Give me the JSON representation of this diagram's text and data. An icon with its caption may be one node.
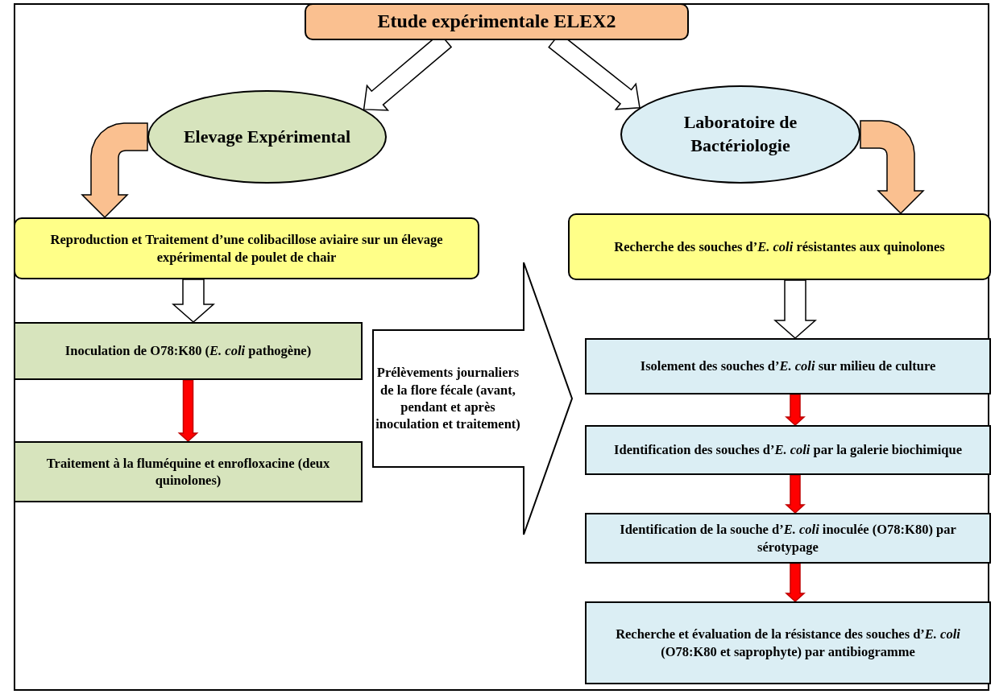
{
  "diagram": {
    "nodes": [
      {
        "text": [
          "Etude expérimentale ELEX2"
        ]
      },
      {
        "text": [
          "Elevage Expérimental"
        ]
      },
      {
        "text": [
          "Laboratoire de Bactériologie"
        ]
      },
      {
        "text": [
          "Reproduction et Traitement d’une colibacillose aviaire sur un élevage expérimental de poulet de chair"
        ]
      },
      {
        "text": [
          "Recherche des souches d’*E. coli* résistantes aux quinolones"
        ]
      },
      {
        "text": [
          "Inoculation de O78:K80 (*E. coli* pathogène)"
        ]
      },
      {
        "text": [
          "Traitement à la fluméquine et enrofloxacine (deux quinolones)"
        ]
      },
      {
        "text": [
          "Prélèvements journaliers de la flore fécale (avant, pendant et après inoculation et traitement)"
        ]
      },
      {
        "text": [
          "Isolement des souches d’*E. coli* sur milieu de culture"
        ]
      },
      {
        "text": [
          "Identification des souches d’*E. coli* par la galerie biochimique"
        ]
      },
      {
        "text": [
          "Identification de la  souche d’*E. coli* inoculée (O78:K80) par sérotypage"
        ]
      },
      {
        "text": [
          "Recherche et évaluation de la résistance des souches d’*E. coli* (O78:K80 et saprophyte) par antibiogramme"
        ]
      }
    ],
    "edges": [
      {
        "from": 0,
        "to": 1,
        "arrow": "to"
      },
      {
        "from": 0,
        "to": 2,
        "arrow": "to"
      },
      {
        "from": 1,
        "to": 3,
        "arrow": "to",
        "color": "#fac090"
      },
      {
        "from": 2,
        "to": 4,
        "arrow": "to",
        "color": "#fac090"
      },
      {
        "from": 3,
        "to": 5,
        "arrow": "to"
      },
      {
        "from": 4,
        "to": 8,
        "arrow": "to"
      },
      {
        "from": 5,
        "to": 6,
        "arrow": "to",
        "color": "#ff0000"
      },
      {
        "from": 8,
        "to": 9,
        "arrow": "to",
        "color": "#ff0000"
      },
      {
        "from": 9,
        "to": 10,
        "arrow": "to",
        "color": "#ff0000"
      },
      {
        "from": 10,
        "to": 11,
        "arrow": "to",
        "color": "#ff0000"
      }
    ]
  }
}
